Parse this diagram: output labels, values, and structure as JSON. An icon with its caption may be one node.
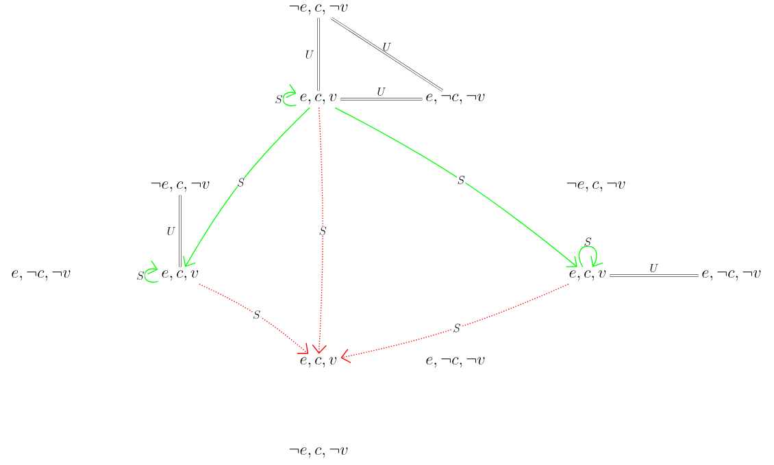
{
  "diagram": {
    "nodes": [
      {
        "text": [
          "\\neg e, c, \\neg v"
        ]
      },
      {
        "text": [
          "e, c, v"
        ]
      },
      {
        "text": [
          "e, \\neg c, \\neg v"
        ]
      },
      {
        "text": [
          "\\neg e, c, \\neg v"
        ]
      },
      {
        "text": [
          "e, \\neg c, \\neg v"
        ]
      },
      {
        "text": [
          "e, c, v"
        ]
      },
      {
        "text": [
          "\\neg e, c, \\neg v"
        ]
      },
      {
        "text": [
          "e, c, v"
        ]
      },
      {
        "text": [
          "e, \\neg c, \\neg v"
        ]
      },
      {
        "text": [
          "e, c, v"
        ]
      },
      {
        "text": [
          "e, \\neg c, \\neg v"
        ]
      },
      {
        "text": [
          "\\neg e, c, \\neg v"
        ]
      }
    ],
    "edges": [
      {
        "from": 0,
        "to": 1,
        "arrow": "none",
        "label": "U",
        "style": "thick"
      },
      {
        "from": 0,
        "to": 2,
        "arrow": "none",
        "label": "U",
        "style": "thick"
      },
      {
        "from": 1,
        "to": 2,
        "arrow": "none",
        "label": "U",
        "style": "thick"
      },
      {
        "from": 1,
        "to": 1,
        "arrow": "to",
        "label": "S",
        "color": "#00ff00"
      },
      {
        "from": 1,
        "to": 5,
        "arrow": "to",
        "label": "S",
        "color": "#00ff00"
      },
      {
        "from": 1,
        "to": 9,
        "arrow": "to",
        "label": "S",
        "style": "dashed",
        "color": "#ff0000"
      },
      {
        "from": 1,
        "to": 7,
        "arrow": "to",
        "label": "S",
        "color": "#00ff00"
      },
      {
        "from": 3,
        "to": 5,
        "arrow": "none",
        "label": "U",
        "style": "thick"
      },
      {
        "from": 5,
        "to": 5,
        "arrow": "to",
        "label": "S",
        "color": "#00ff00"
      },
      {
        "from": 5,
        "to": 9,
        "arrow": "to",
        "label": "S",
        "style": "dashed",
        "color": "#ff0000"
      },
      {
        "from": 7,
        "to": 7,
        "arrow": "to",
        "label": "S",
        "color": "#00ff00"
      },
      {
        "from": 7,
        "to": 8,
        "arrow": "none",
        "label": "U",
        "style": "thick"
      },
      {
        "from": 7,
        "to": 9,
        "arrow": "to",
        "label": "S",
        "style": "dashed",
        "color": "#ff0000"
      }
    ]
  }
}
